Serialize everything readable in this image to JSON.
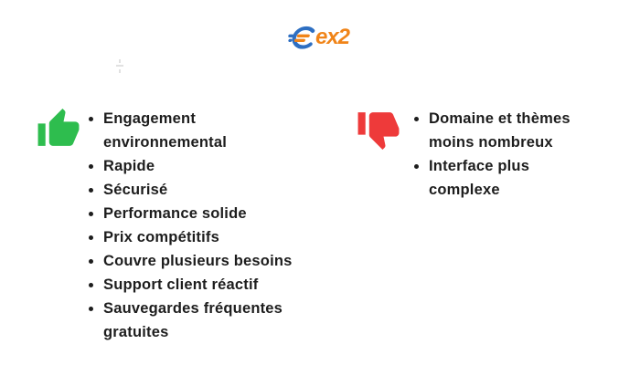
{
  "logo": {
    "text": "ex2",
    "icon": "ex2-e-swoosh-icon",
    "orange": "#f08418",
    "blue": "#2e6fc2"
  },
  "pros": {
    "icon": "thumbs-up-icon",
    "color": "#2ebd4e",
    "items": [
      "Engagement environnemental",
      "Rapide",
      "Sécurisé",
      "Performance solide",
      "Prix compétitifs",
      "Couvre plusieurs besoins",
      "Support client réactif",
      "Sauvegardes fréquentes gratuites"
    ]
  },
  "cons": {
    "icon": "thumbs-down-icon",
    "color": "#ee3a3a",
    "items": [
      "Domaine et thèmes moins nombreux",
      "Interface plus complexe"
    ]
  },
  "text_color": "#1d1d1d"
}
